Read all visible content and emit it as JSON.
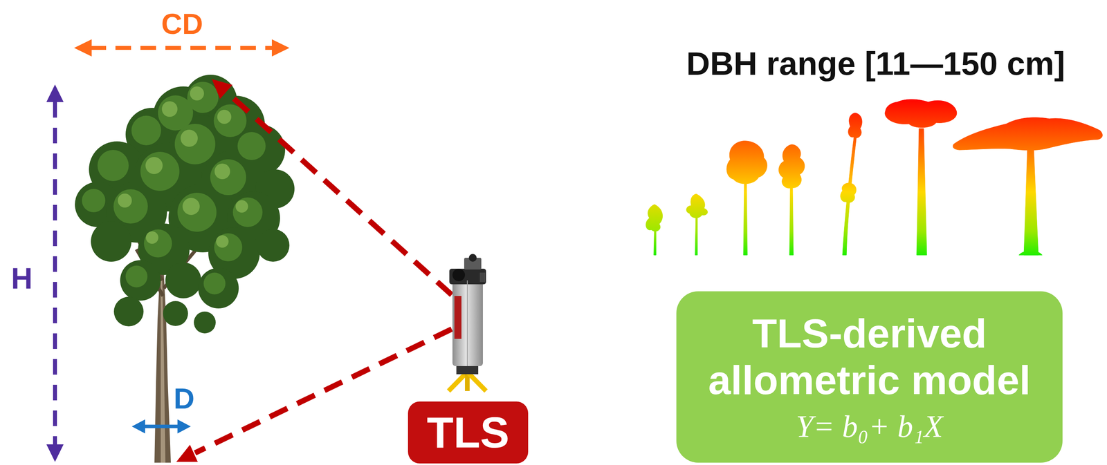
{
  "diagram": {
    "nodes": [
      {
        "text": [
          "TLS"
        ]
      },
      {
        "text": [
          "TLS-derived allometric model",
          "Y= b₀+ b₁X"
        ]
      }
    ],
    "labels": [
      "CD",
      "DBH range [11—150 cm]",
      "H",
      "D"
    ]
  }
}
